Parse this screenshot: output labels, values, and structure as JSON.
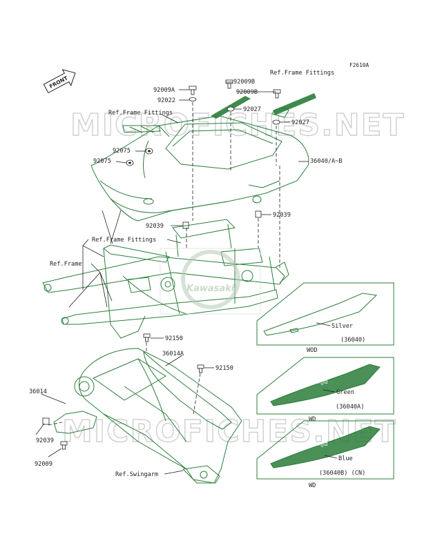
{
  "figure_code": "F2610A",
  "front_arrow": "FRONT",
  "watermark": "MICROFICHES.NET",
  "brand_mark": "Kawasaki",
  "parts": {
    "p92009A": "92009A",
    "p92022": "92022",
    "p92009B_1": "92009B",
    "p92009B_2": "92009B",
    "p92027_1": "92027",
    "p92027_2": "92027",
    "p92075_1": "92075",
    "p92075_2": "92075",
    "p36040": "36040/A~B",
    "p92039_1": "92039",
    "p92039_2": "92039",
    "p92039_3": "92039",
    "p92150_1": "92150",
    "p92150_2": "92150",
    "p36014A": "36014A",
    "p36014": "36014",
    "p92009": "92009"
  },
  "refs": {
    "frame_fittings_1": "Ref.Frame Fittings",
    "frame_fittings_2": "Ref.Frame Fittings",
    "frame_fittings_3": "Ref.Frame Fittings",
    "frame": "Ref.Frame",
    "swingarm": "Ref.Swingarm"
  },
  "variants": [
    {
      "color": "Silver",
      "part": "(36040)",
      "code": "WOD"
    },
    {
      "color": "Green",
      "part": "(36040A)",
      "code": "WD"
    },
    {
      "color": "Blue",
      "part": "(36040B)  (CN)",
      "code": "WD"
    }
  ],
  "colors": {
    "line": "#2a7d3a",
    "text": "#1e1e1e",
    "watermark": "#cfcfcf"
  }
}
